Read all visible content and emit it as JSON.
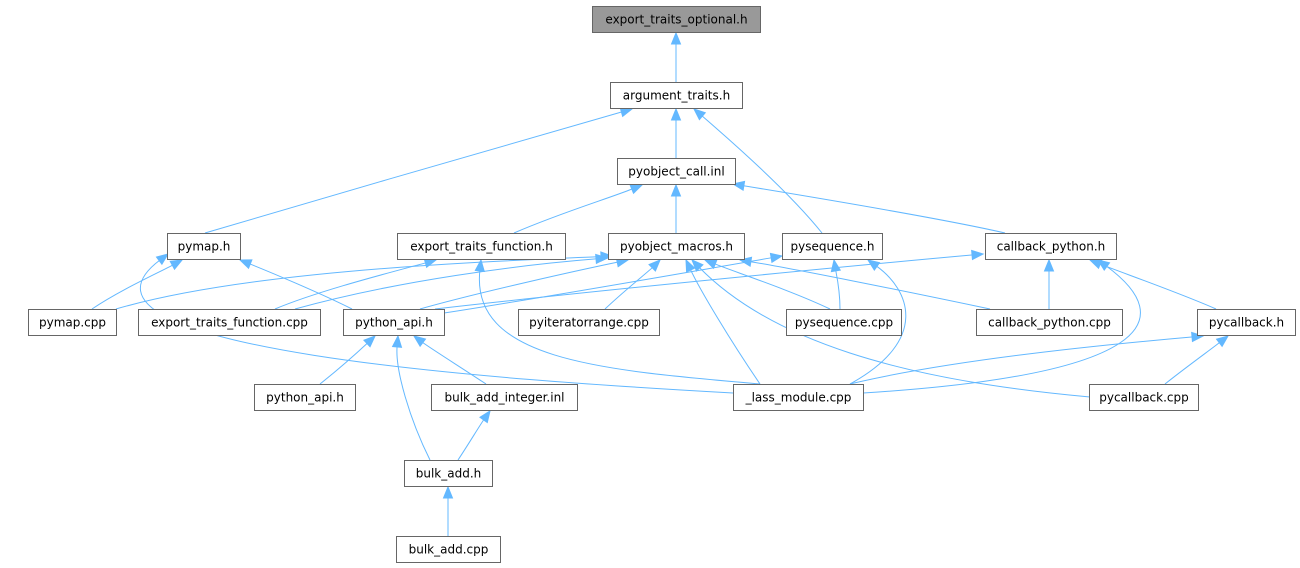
{
  "diagram": {
    "type": "include-dependency-graph",
    "colors": {
      "edge": "#63b8ff",
      "root_fill": "#999999",
      "node_fill": "#ffffff",
      "node_border": "#666666"
    },
    "nodes": [
      {
        "id": "export_traits_optional_h",
        "label": "export_traits_optional.h",
        "root": true
      },
      {
        "id": "argument_traits_h",
        "label": "argument_traits.h"
      },
      {
        "id": "pyobject_call_inl",
        "label": "pyobject_call.inl"
      },
      {
        "id": "pymap_h",
        "label": "pymap.h"
      },
      {
        "id": "export_traits_function_h",
        "label": "export_traits_function.h"
      },
      {
        "id": "pyobject_macros_h",
        "label": "pyobject_macros.h"
      },
      {
        "id": "pysequence_h",
        "label": "pysequence.h"
      },
      {
        "id": "callback_python_h",
        "label": "callback_python.h"
      },
      {
        "id": "pymap_cpp",
        "label": "pymap.cpp"
      },
      {
        "id": "export_traits_function_cpp",
        "label": "export_traits_function.cpp"
      },
      {
        "id": "python_api_h",
        "label": "python_api.h"
      },
      {
        "id": "pyiteratorrange_cpp",
        "label": "pyiteratorrange.cpp"
      },
      {
        "id": "pysequence_cpp",
        "label": "pysequence.cpp"
      },
      {
        "id": "callback_python_cpp",
        "label": "callback_python.cpp"
      },
      {
        "id": "pycallback_h",
        "label": "pycallback.h"
      },
      {
        "id": "python_api_h_2",
        "label": "python_api.h"
      },
      {
        "id": "bulk_add_integer_inl",
        "label": "bulk_add_integer.inl"
      },
      {
        "id": "lass_module_cpp",
        "label": "_lass_module.cpp"
      },
      {
        "id": "pycallback_cpp",
        "label": "pycallback.cpp"
      },
      {
        "id": "bulk_add_h",
        "label": "bulk_add.h"
      },
      {
        "id": "bulk_add_cpp",
        "label": "bulk_add.cpp"
      }
    ],
    "edges": [
      {
        "from": "argument_traits_h",
        "to": "export_traits_optional_h"
      },
      {
        "from": "pyobject_call_inl",
        "to": "argument_traits_h"
      },
      {
        "from": "pymap_h",
        "to": "argument_traits_h"
      },
      {
        "from": "pysequence_h",
        "to": "argument_traits_h"
      },
      {
        "from": "pyobject_macros_h",
        "to": "pyobject_call_inl"
      },
      {
        "from": "export_traits_function_h",
        "to": "pyobject_call_inl"
      },
      {
        "from": "callback_python_h",
        "to": "pyobject_call_inl"
      },
      {
        "from": "pymap_cpp",
        "to": "pymap_h"
      },
      {
        "from": "python_api_h",
        "to": "pymap_h"
      },
      {
        "from": "lass_module_cpp",
        "to": "pymap_h"
      },
      {
        "from": "export_traits_function_cpp",
        "to": "export_traits_function_h"
      },
      {
        "from": "lass_module_cpp",
        "to": "export_traits_function_h"
      },
      {
        "from": "pymap_cpp",
        "to": "pyobject_macros_h"
      },
      {
        "from": "export_traits_function_cpp",
        "to": "pyobject_macros_h"
      },
      {
        "from": "python_api_h",
        "to": "pyobject_macros_h"
      },
      {
        "from": "pyiteratorrange_cpp",
        "to": "pyobject_macros_h"
      },
      {
        "from": "pysequence_cpp",
        "to": "pyobject_macros_h"
      },
      {
        "from": "callback_python_cpp",
        "to": "pyobject_macros_h"
      },
      {
        "from": "lass_module_cpp",
        "to": "pyobject_macros_h"
      },
      {
        "from": "pycallback_cpp",
        "to": "pyobject_macros_h"
      },
      {
        "from": "python_api_h",
        "to": "pysequence_h"
      },
      {
        "from": "pysequence_cpp",
        "to": "pysequence_h"
      },
      {
        "from": "lass_module_cpp",
        "to": "pysequence_h"
      },
      {
        "from": "python_api_h",
        "to": "callback_python_h"
      },
      {
        "from": "callback_python_cpp",
        "to": "callback_python_h"
      },
      {
        "from": "pycallback_h",
        "to": "callback_python_h"
      },
      {
        "from": "lass_module_cpp",
        "to": "callback_python_h"
      },
      {
        "from": "python_api_h_2",
        "to": "python_api_h"
      },
      {
        "from": "bulk_add_integer_inl",
        "to": "python_api_h"
      },
      {
        "from": "bulk_add_h",
        "to": "python_api_h"
      },
      {
        "from": "lass_module_cpp",
        "to": "pycallback_h"
      },
      {
        "from": "pycallback_cpp",
        "to": "pycallback_h"
      },
      {
        "from": "bulk_add_h",
        "to": "bulk_add_integer_inl"
      },
      {
        "from": "bulk_add_cpp",
        "to": "bulk_add_h"
      }
    ]
  }
}
